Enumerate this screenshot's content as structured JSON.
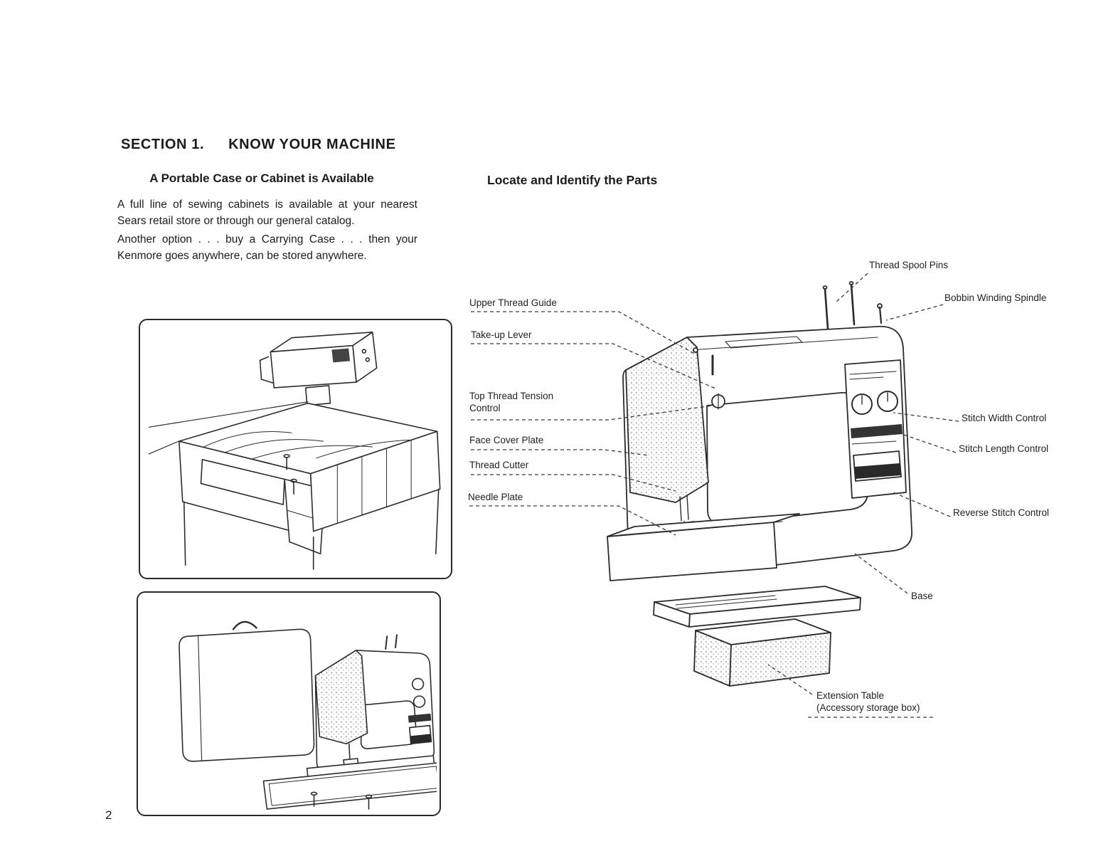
{
  "page": {
    "section_label": "SECTION 1.",
    "section_title": "KNOW YOUR MACHINE",
    "page_number": "2"
  },
  "left_column": {
    "heading": "A Portable Case or Cabinet is Available",
    "paragraph1": "A full line of sewing cabinets is available at your nearest Sears retail store or through our general catalog.",
    "paragraph2": "Another option . . . buy a Carrying Case . . . then your Kenmore goes anywhere, can be stored anywhere."
  },
  "diagram": {
    "heading": "Locate and Identify the Parts",
    "labels": {
      "thread_spool_pins": "Thread Spool Pins",
      "bobbin_winding_spindle": "Bobbin Winding Spindle",
      "upper_thread_guide": "Upper Thread Guide",
      "take_up_lever": "Take-up Lever",
      "top_thread_tension_control": "Top Thread Tension Control",
      "face_cover_plate": "Face Cover Plate",
      "thread_cutter": "Thread Cutter",
      "needle_plate": "Needle Plate",
      "stitch_width_control": "Stitch Width Control",
      "stitch_length_control": "Stitch Length Control",
      "reverse_stitch_control": "Reverse Stitch Control",
      "base": "Base",
      "extension_table_line1": "Extension Table",
      "extension_table_line2": "(Accessory storage box)"
    }
  }
}
